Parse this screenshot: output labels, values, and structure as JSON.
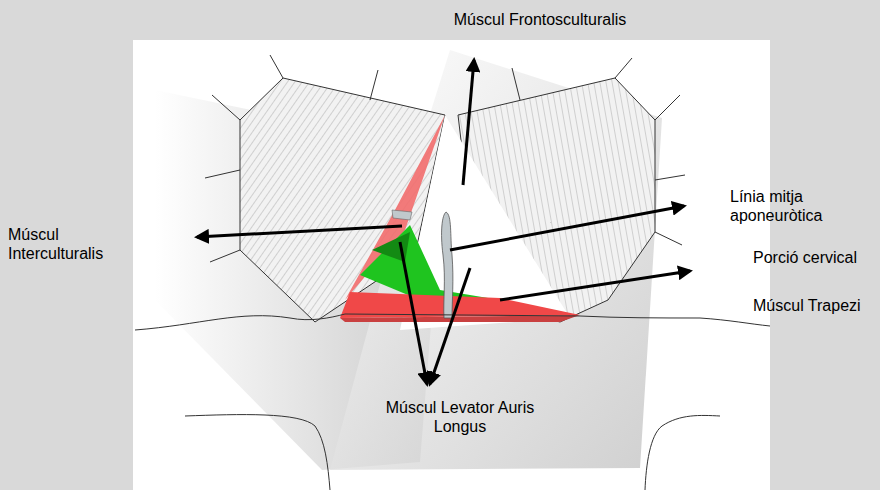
{
  "diagram": {
    "labels": [
      "Múscul Frontosculturalis",
      "Múscul Interculturalis",
      "Línia mitja aponeuròtica",
      "Porció cervical",
      "Múscul Trapezi",
      "Múscul Levator Auris Longus"
    ]
  }
}
